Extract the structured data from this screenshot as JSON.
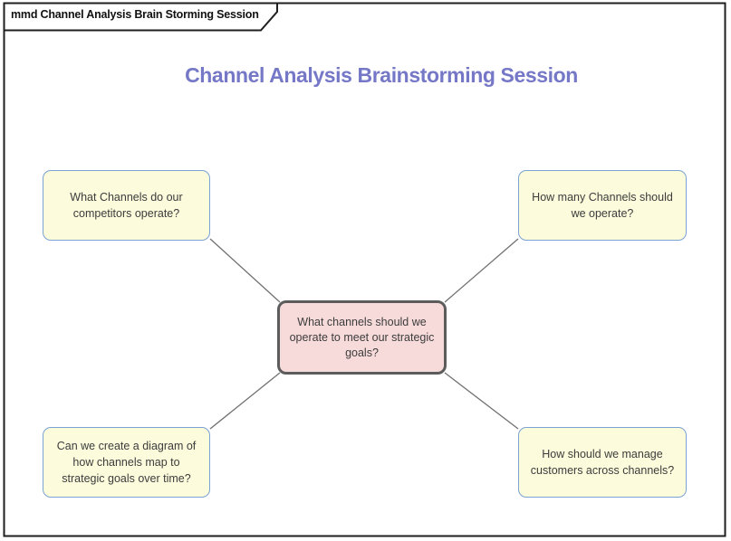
{
  "frame": {
    "tab_label": "mmd Channel Analysis Brain Storming Session"
  },
  "diagram": {
    "title": "Channel Analysis Brainstorming Session",
    "central_topic": {
      "label": "What channels should we\noperate to meet our strategic\ngoals?"
    },
    "topics": [
      {
        "position": "top-left",
        "label": "What Channels do our\ncompetitors operate?"
      },
      {
        "position": "top-right",
        "label": "How many Channels should\nwe operate?"
      },
      {
        "position": "bottom-left",
        "label": "Can we create a diagram of\nhow channels map to\nstrategic goals over time?"
      },
      {
        "position": "bottom-right",
        "label": "How should we manage\ncustomers across channels?"
      }
    ],
    "colors": {
      "topic_fill": "#fcfbdc",
      "topic_border": "#7aa2d2",
      "central_fill": "#f7dbda",
      "central_border": "#5c5c5c",
      "connector": "#707070",
      "title_text": "#7577c7",
      "node_text": "#3c3c3c",
      "frame_border": "#1f1f1f"
    }
  }
}
